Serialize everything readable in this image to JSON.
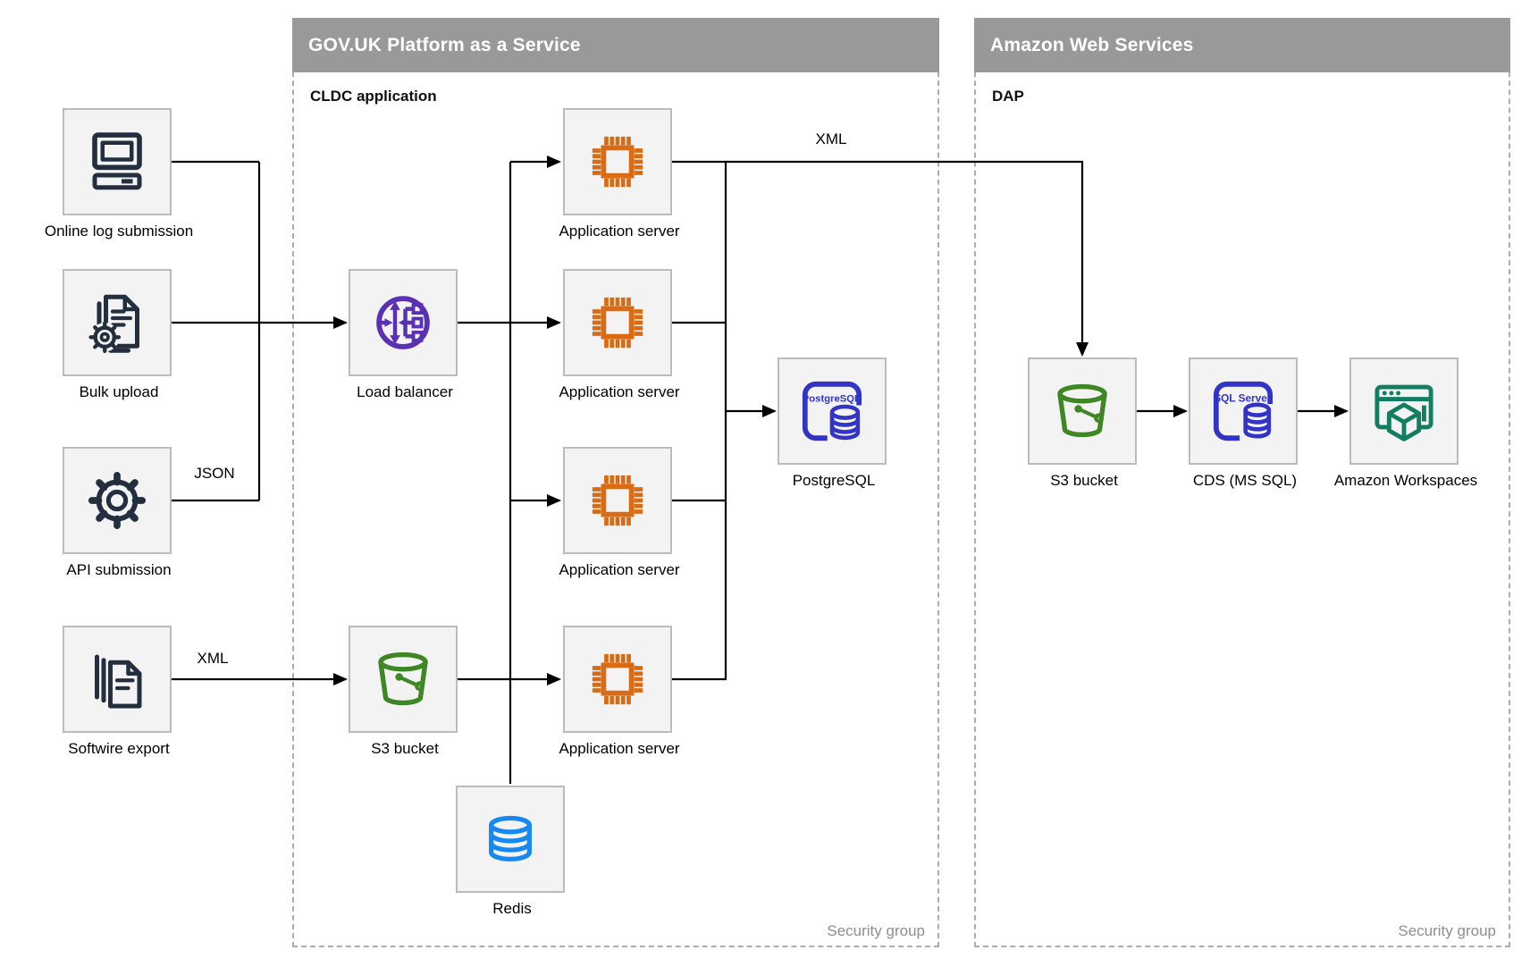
{
  "panels": {
    "govuk": {
      "title": "GOV.UK Platform as a Service",
      "subtitle": "CLDC application",
      "security_label": "Security group"
    },
    "aws": {
      "title": "Amazon Web Services",
      "subtitle": "DAP",
      "security_label": "Security group"
    }
  },
  "nodes": {
    "online_log_submission": "Online log submission",
    "bulk_upload": "Bulk upload",
    "api_submission": "API submission",
    "softwire_export": "Softwire export",
    "load_balancer": "Load balancer",
    "application_server": "Application server",
    "postgresql": "PostgreSQL",
    "s3_bucket_govuk": "S3 bucket",
    "redis": "Redis",
    "s3_bucket_aws": "S3 bucket",
    "cds": "CDS (MS SQL)",
    "amazon_workspaces": "Amazon Workspaces"
  },
  "edge_labels": {
    "api_json": "JSON",
    "softwire_xml": "XML",
    "app_to_s3_xml": "XML"
  },
  "icon_text": {
    "postgresql_logo": "PostgreSQL",
    "sql_server_logo": "SQL Server"
  },
  "colors": {
    "panel_header": "#999999",
    "navy": "#232F3E",
    "orange": "#D86B14",
    "purple": "#5A30B5",
    "green": "#3F8624",
    "indigo": "#3234C8",
    "teal": "#117E62",
    "redis_blue": "#1688F0",
    "node_fill": "#F3F3F3",
    "node_border": "#BBBBBB",
    "connector": "#000000",
    "security_text": "#8E8E8E"
  }
}
